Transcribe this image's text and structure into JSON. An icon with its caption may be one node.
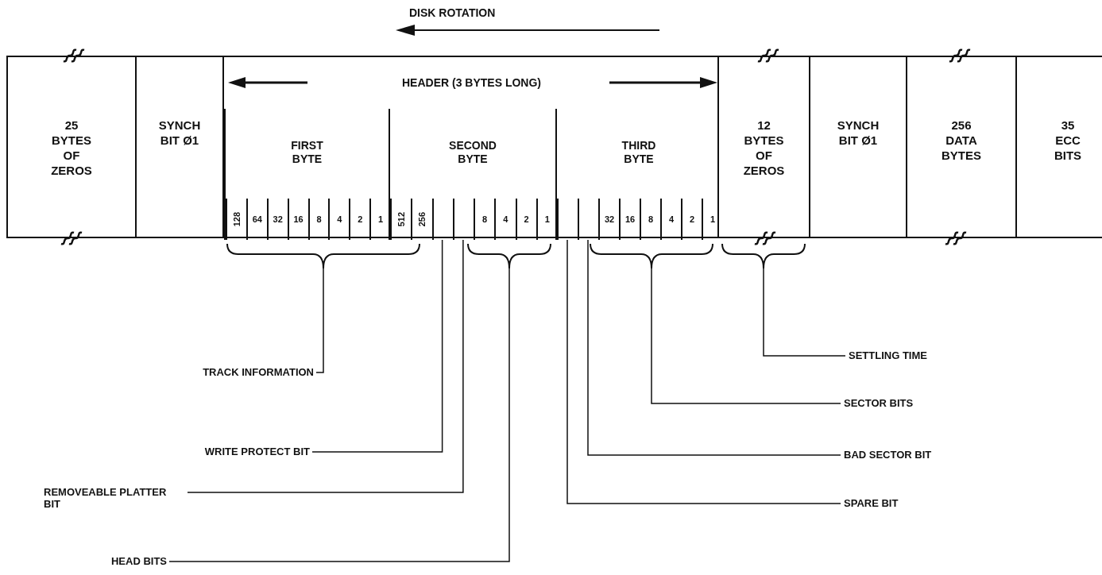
{
  "diagram": {
    "nodes": [
      {
        "text": [
          "25 BYTES OF ZEROS"
        ]
      },
      {
        "text": [
          "SYNCH BIT Ø1"
        ]
      },
      {
        "text": [
          "HEADER (3 BYTES LONG)"
        ]
      },
      {
        "text": [
          "FIRST BYTE"
        ],
        "in": 2
      },
      {
        "text": [
          "128"
        ],
        "in": 3
      },
      {
        "text": [
          "64"
        ],
        "in": 3
      },
      {
        "text": [
          "32"
        ],
        "in": 3
      },
      {
        "text": [
          "16"
        ],
        "in": 3
      },
      {
        "text": [
          "8"
        ],
        "in": 3
      },
      {
        "text": [
          "4"
        ],
        "in": 3
      },
      {
        "text": [
          "2"
        ],
        "in": 3
      },
      {
        "text": [
          "1"
        ],
        "in": 3
      },
      {
        "text": [
          "SECOND BYTE"
        ],
        "in": 2
      },
      {
        "text": [
          "512"
        ],
        "in": 12
      },
      {
        "text": [
          "256"
        ],
        "in": 12
      },
      {
        "text": [],
        "shape": "box",
        "in": 12
      },
      {
        "text": [],
        "shape": "box",
        "in": 12
      },
      {
        "text": [
          "8"
        ],
        "in": 12
      },
      {
        "text": [
          "4"
        ],
        "in": 12
      },
      {
        "text": [
          "2"
        ],
        "in": 12
      },
      {
        "text": [
          "1"
        ],
        "in": 12
      },
      {
        "text": [
          "THIRD BYTE"
        ],
        "in": 2
      },
      {
        "text": [],
        "shape": "box",
        "in": 21
      },
      {
        "text": [],
        "shape": "box",
        "in": 21
      },
      {
        "text": [
          "32"
        ],
        "in": 21
      },
      {
        "text": [
          "16"
        ],
        "in": 21
      },
      {
        "text": [
          "8"
        ],
        "in": 21
      },
      {
        "text": [
          "4"
        ],
        "in": 21
      },
      {
        "text": [
          "2"
        ],
        "in": 21
      },
      {
        "text": [
          "1"
        ],
        "in": 21
      },
      {
        "text": [
          "12 BYTES OF ZEROS"
        ]
      },
      {
        "text": [
          "SYNCH BIT Ø1"
        ]
      },
      {
        "text": [
          "256 DATA BYTES"
        ]
      },
      {
        "text": [
          "35 ECC BITS"
        ]
      },
      {
        "text": [
          "TRACK INFORMATION"
        ]
      },
      {
        "text": [
          "WRITE PROTECT BIT"
        ]
      },
      {
        "text": [
          "REMOVEABLE PLATTER BIT"
        ]
      },
      {
        "text": [
          "HEAD BITS"
        ]
      },
      {
        "text": [
          "SETTLING TIME"
        ]
      },
      {
        "text": [
          "SECTOR BITS"
        ]
      },
      {
        "text": [
          "BAD SECTOR BIT"
        ]
      },
      {
        "text": [
          "SPARE BIT"
        ]
      },
      {
        "text": [],
        "shape": "bracket"
      },
      {
        "text": [],
        "shape": "bracket"
      },
      {
        "text": [],
        "shape": "bracket"
      },
      {
        "text": [],
        "shape": "bracket"
      }
    ],
    "edges": [
      {
        "from": 34,
        "to": 42,
        "arrow": "none"
      },
      {
        "from": 35,
        "to": 15,
        "arrow": "none"
      },
      {
        "from": 36,
        "to": 16,
        "arrow": "none"
      },
      {
        "from": 37,
        "to": 43,
        "arrow": "none"
      },
      {
        "from": 38,
        "to": 45,
        "arrow": "none"
      },
      {
        "from": 39,
        "to": 44,
        "arrow": "none"
      },
      {
        "from": 40,
        "to": 23,
        "arrow": "none"
      },
      {
        "from": 41,
        "to": 22,
        "arrow": "none"
      }
    ],
    "labels": [
      "DISK ROTATION"
    ]
  }
}
